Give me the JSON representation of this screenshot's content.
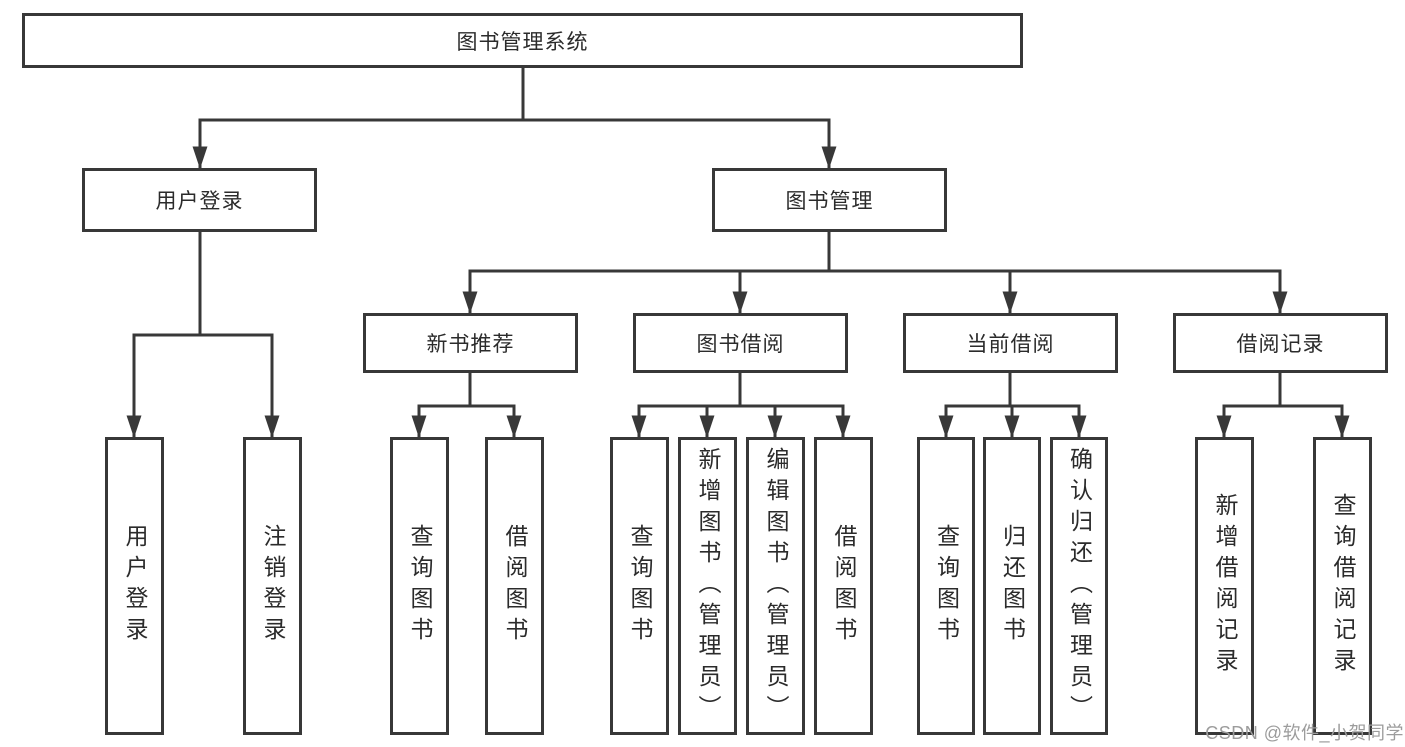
{
  "colors": {
    "line": "#383838",
    "text": "#2b2b2b",
    "watermark": "#9c9c9c",
    "background": "#ffffff"
  },
  "chart": {
    "root": {
      "label": "图书管理系统"
    },
    "user_login": {
      "label": "用户登录",
      "children": {
        "login": {
          "label": "用户登录"
        },
        "logout": {
          "label": "注销登录"
        }
      }
    },
    "book_mgmt": {
      "label": "图书管理",
      "children": {
        "new_book": {
          "label": "新书推荐",
          "children": {
            "query": {
              "label": "查询图书"
            },
            "borrow": {
              "label": "借阅图书"
            }
          }
        },
        "borrowing": {
          "label": "图书借阅",
          "children": {
            "query": {
              "label": "查询图书"
            },
            "add": {
              "label": "新增图书（管理员）"
            },
            "edit": {
              "label": "编辑图书（管理员）"
            },
            "borrow": {
              "label": "借阅图书"
            }
          }
        },
        "current": {
          "label": "当前借阅",
          "children": {
            "query": {
              "label": "查询图书"
            },
            "return": {
              "label": "归还图书"
            },
            "confirm": {
              "label": "确认归还（管理员）"
            }
          }
        },
        "records": {
          "label": "借阅记录",
          "children": {
            "add": {
              "label": "新增借阅记录"
            },
            "query": {
              "label": "查询借阅记录"
            }
          }
        }
      }
    }
  },
  "watermark": {
    "text": "CSDN @软件_小贺同学"
  }
}
